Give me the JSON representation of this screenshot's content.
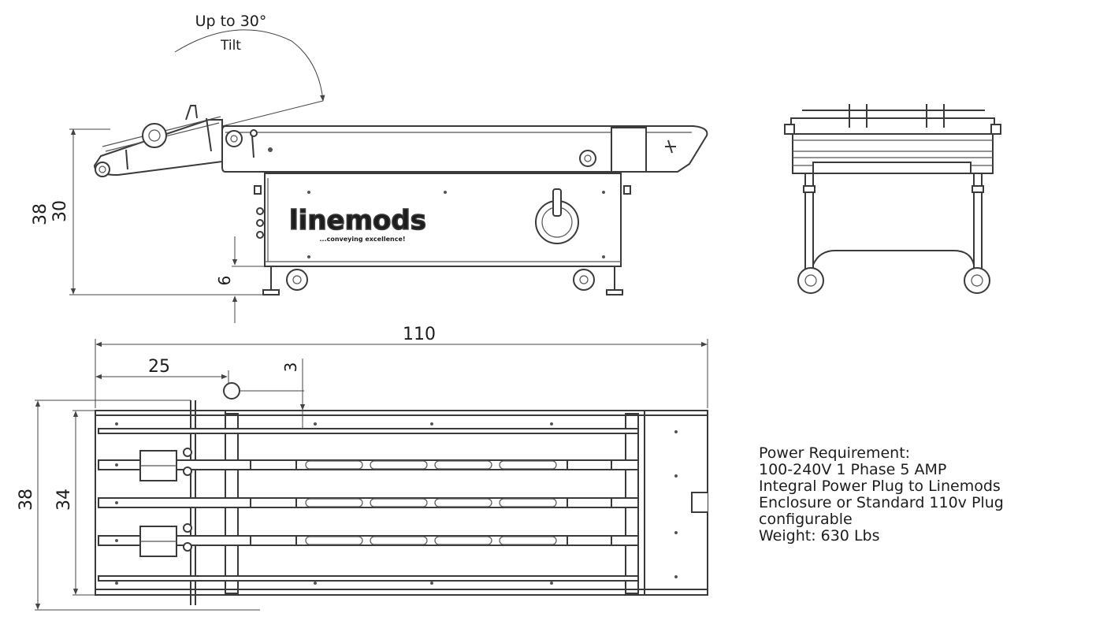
{
  "tilt": {
    "value": "Up to 30°",
    "label": "Tilt"
  },
  "side_view": {
    "height_overall": "38",
    "height_infeed": "30",
    "leg_clearance": "6",
    "logo": "linemods",
    "logo_tagline": "...conveying excellence!"
  },
  "top_view": {
    "length": "110",
    "offset": "25",
    "rail_offset": "3",
    "width_overall": "38",
    "width_belt": "34"
  },
  "specs": [
    "Power Requirement:",
    "100-240V 1 Phase 5 AMP",
    "Integral Power Plug to Linemods",
    "Enclosure or Standard 110v Plug",
    "configurable",
    "Weight: 630 Lbs"
  ]
}
